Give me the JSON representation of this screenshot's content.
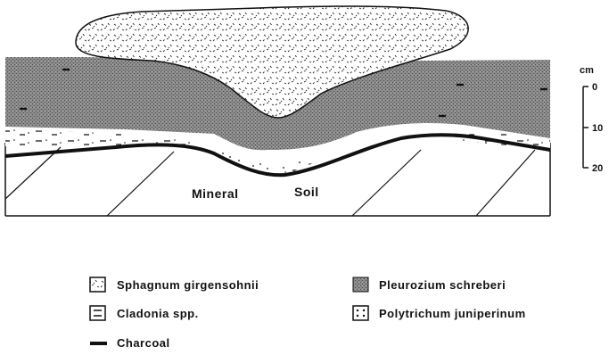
{
  "profile": {
    "soil_label_1": "Mineral",
    "soil_label_2": "Soil"
  },
  "scale": {
    "unit": "cm",
    "ticks": [
      "0",
      "10",
      "20"
    ]
  },
  "legend": [
    {
      "id": "sphagnum",
      "label": "Sphagnum girgensohnii"
    },
    {
      "id": "pleurozium",
      "label": "Pleurozium schreberi"
    },
    {
      "id": "cladonia",
      "label": "Cladonia spp."
    },
    {
      "id": "polytrichum",
      "label": "Polytrichum juniperinum"
    },
    {
      "id": "charcoal",
      "label": "Charcoal"
    }
  ],
  "colors": {
    "ink": "#111111",
    "background": "#ffffff",
    "pleurozium_fill": "#8a8a8a"
  }
}
